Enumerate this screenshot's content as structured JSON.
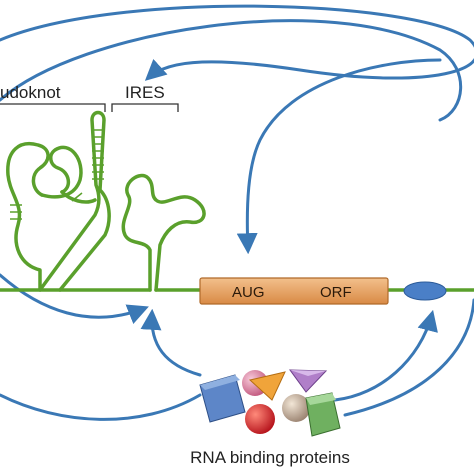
{
  "labels": {
    "pseudoknot": "udoknot",
    "ires": "IRES",
    "aug": "AUG",
    "orf": "ORF",
    "proteins": "RNA binding proteins"
  },
  "colors": {
    "rna": "#5aa02c",
    "arrow": "#3a78b5",
    "orf_box": "#e8a56b",
    "orf_stroke": "#b06a2a",
    "stop_oval": "#4a7fc7"
  }
}
